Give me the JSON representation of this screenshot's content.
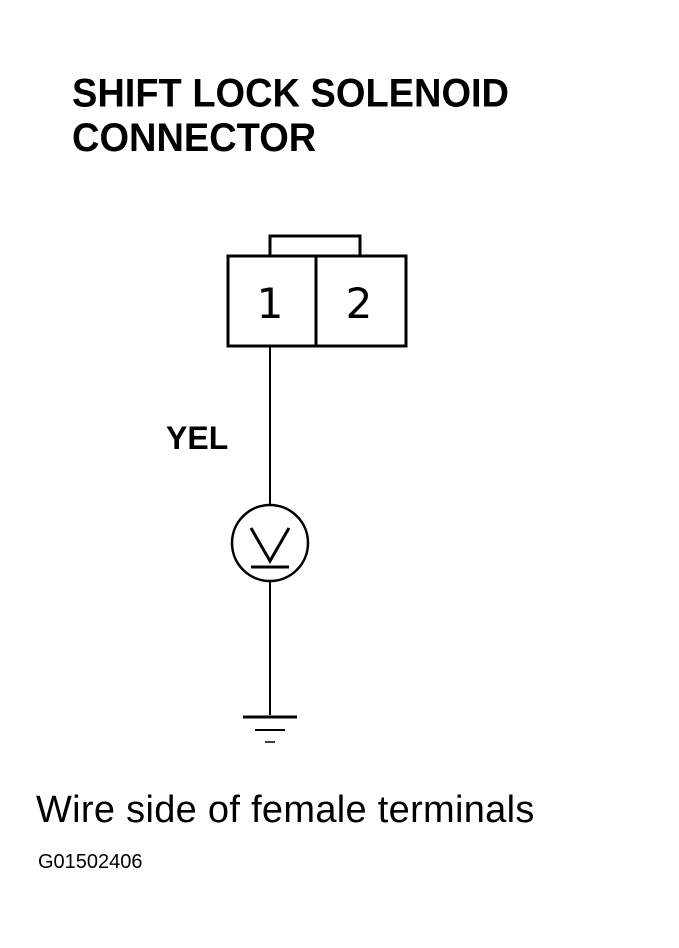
{
  "title": {
    "line1": "SHIFT LOCK SOLENOID",
    "line2": "CONNECTOR"
  },
  "connector": {
    "pins": [
      {
        "label": "1"
      },
      {
        "label": "2"
      }
    ]
  },
  "wire": {
    "color_label": "YEL"
  },
  "meter": {
    "symbol": "V"
  },
  "caption": "Wire side of female terminals",
  "figure_id": "G01502406"
}
